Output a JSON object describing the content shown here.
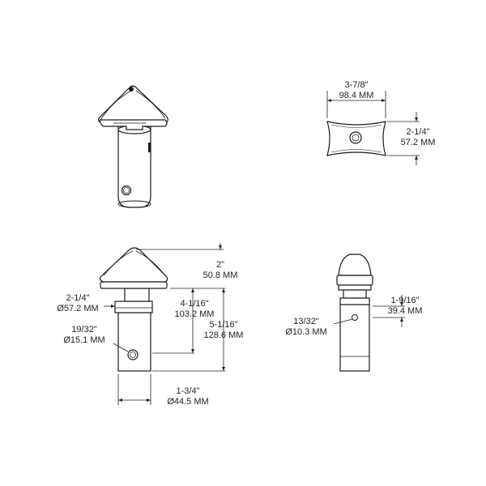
{
  "colors": {
    "line": "#1a1a1a",
    "background": "#ffffff"
  },
  "views": {
    "top_right": {
      "width_fraction": "3-7/8\"",
      "width_metric": "98.4 MM",
      "height_fraction": "2-1/4\"",
      "height_metric": "57.2 MM"
    },
    "front": {
      "head_height_fraction": "2\"",
      "head_height_metric": "50.8 MM",
      "shaft_length_fraction": "4-1/16\"",
      "shaft_length_metric": "103.2 MM",
      "overall_length_fraction": "5-1/16\"",
      "overall_length_metric": "128.6 MM",
      "collar_dia_fraction": "2-1/4\"",
      "collar_dia_metric": "Ø57.2 MM",
      "hole_dia_fraction": "19/32\"",
      "hole_dia_metric": "Ø15.1 MM",
      "shaft_dia_fraction": "1-3/4\"",
      "shaft_dia_metric": "Ø44.5 MM"
    },
    "side": {
      "hole_dia_fraction": "13/32\"",
      "hole_dia_metric": "Ø10.3 MM",
      "hole_offset_fraction": "1-9/16\"",
      "hole_offset_metric": "39.4 MM"
    }
  }
}
